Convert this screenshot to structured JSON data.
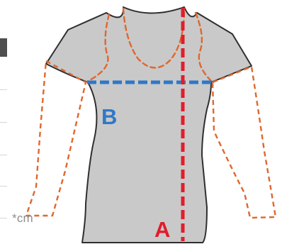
{
  "labels": {
    "length": "A",
    "chest": "B",
    "unit": "*cm"
  },
  "colors": {
    "shirt_fill": "#c9c9c9",
    "shirt_stroke": "#2f2f2f",
    "outline_dash": "#e0672c",
    "length_line": "#e11d2a",
    "chest_line": "#2e78c9",
    "unit_text": "#8e8e8e",
    "table_header": "#4f4f4f"
  },
  "icons": {
    "shirt": "long-sleeve-shirt-icon"
  }
}
